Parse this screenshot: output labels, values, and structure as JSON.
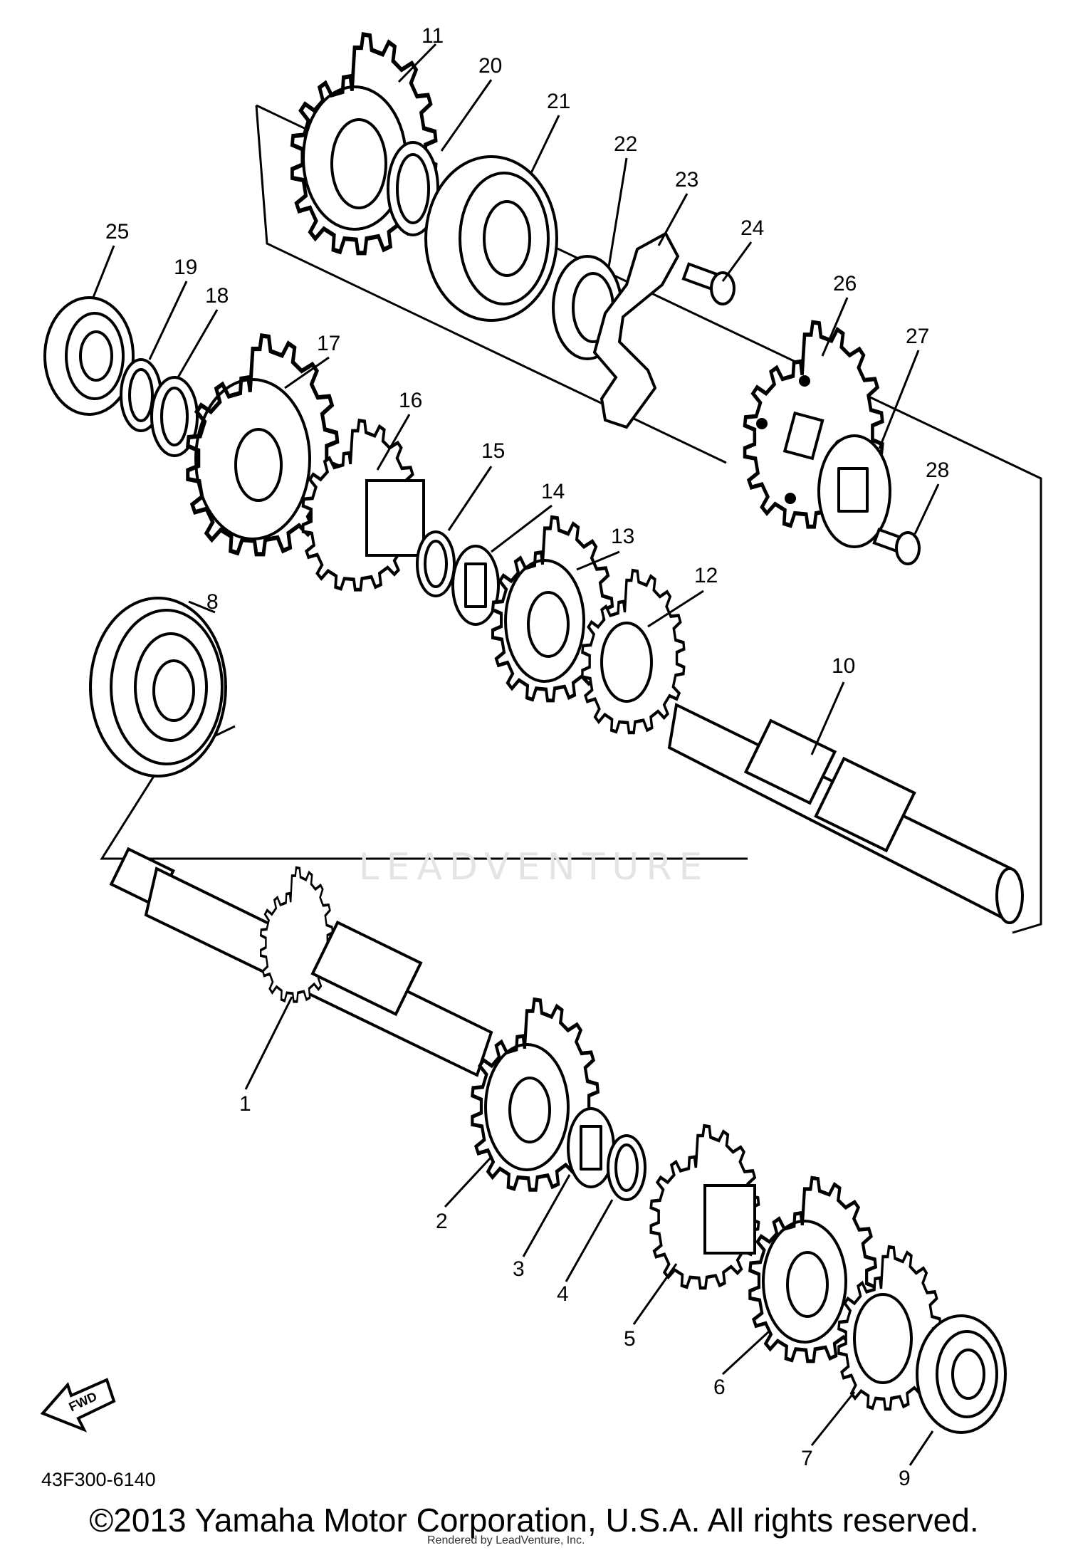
{
  "callouts": [
    "1",
    "2",
    "3",
    "4",
    "5",
    "6",
    "7",
    "8",
    "9",
    "10",
    "11",
    "12",
    "13",
    "14",
    "15",
    "16",
    "17",
    "18",
    "19",
    "20",
    "21",
    "22",
    "23",
    "24",
    "25",
    "26",
    "27",
    "28"
  ],
  "fwd_label": "FWD",
  "diagram_code": "43F300-6140",
  "copyright": "©2013 Yamaha Motor Corporation, U.S.A. All rights reserved.",
  "watermark": "LEADVENTURE",
  "footer_note": "Rendered by LeadVenture, Inc."
}
